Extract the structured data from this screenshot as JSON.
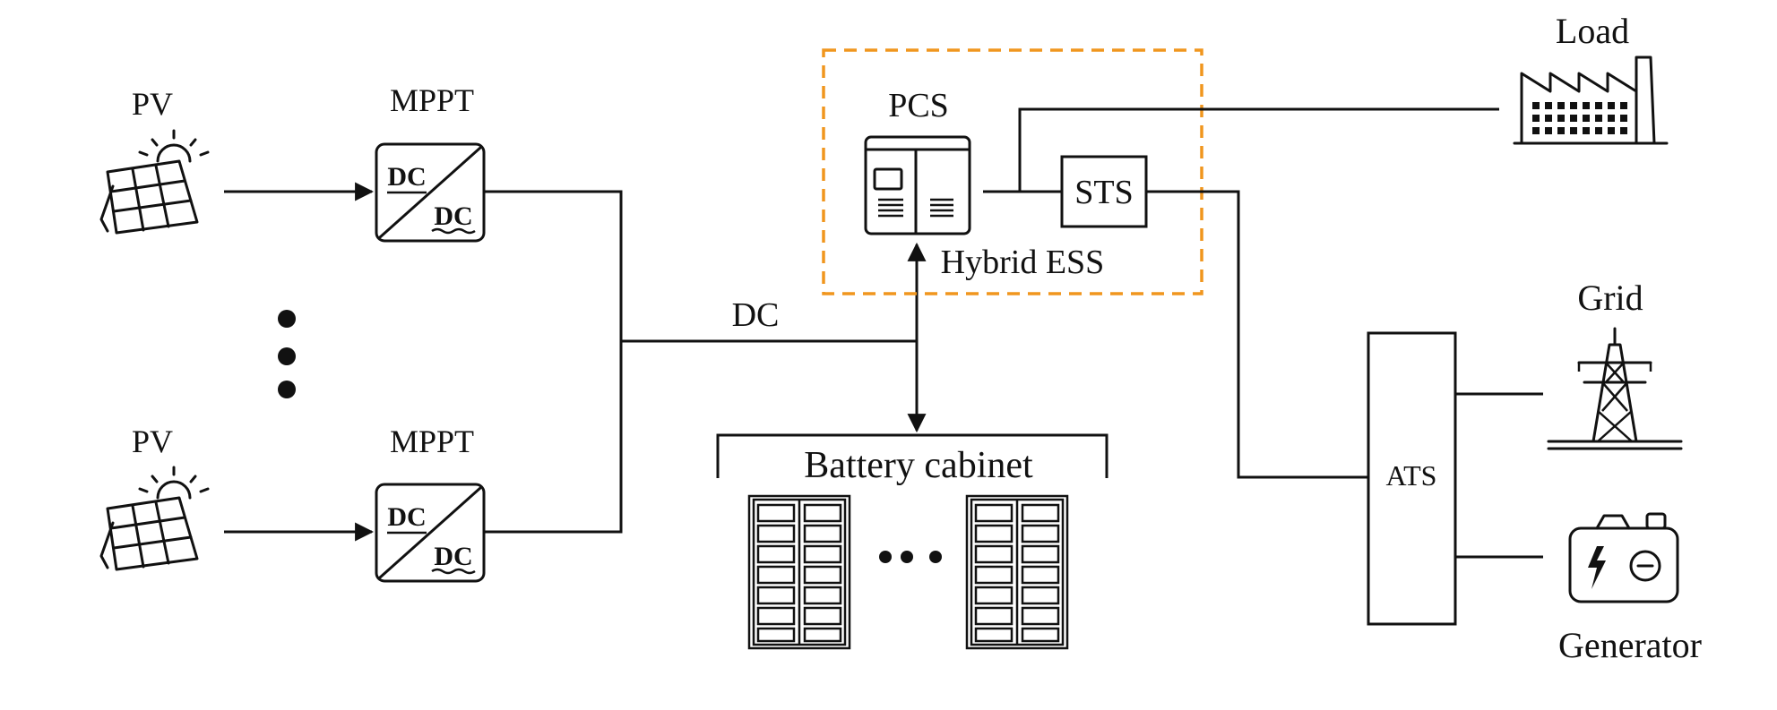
{
  "labels": {
    "pv_top": "PV",
    "pv_bottom": "PV",
    "mppt_top": "MPPT",
    "mppt_bottom": "MPPT",
    "converter_in": "DC",
    "converter_out": "DC",
    "pcs": "PCS",
    "sts": "STS",
    "hybrid_ess": "Hybrid ESS",
    "dc_bus": "DC",
    "battery_cabinet": "Battery cabinet",
    "load": "Load",
    "grid": "Grid",
    "ats": "ATS",
    "generator": "Generator"
  },
  "colors": {
    "line": "#111111",
    "ess_boundary": "#F0961E",
    "background": "#ffffff"
  },
  "icons": [
    "solar-panel-icon",
    "sun-icon",
    "dc-dc-converter-icon",
    "pcs-cabinet-icon",
    "factory-icon",
    "transmission-tower-icon",
    "generator-icon",
    "battery-rack-icon"
  ]
}
